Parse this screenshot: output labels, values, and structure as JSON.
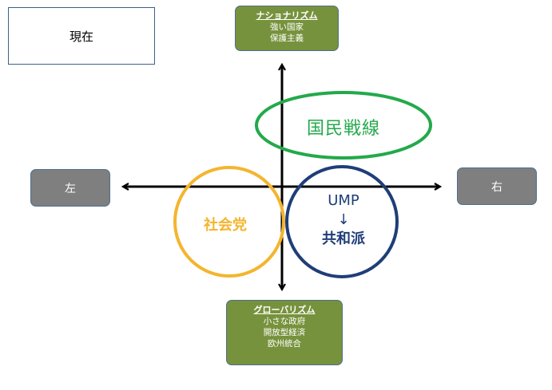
{
  "frame_label": "現在",
  "top_box": {
    "heading": "ナショナリズム",
    "lines": [
      "強い国家",
      "保護主義"
    ]
  },
  "bottom_box": {
    "heading": "グローバリズム",
    "lines": [
      "小さな政府",
      "開放型経済",
      "欧州統合"
    ]
  },
  "left_box": "左",
  "right_box": "右",
  "parties": {
    "front_national": "国民戦線",
    "socialist": "社会党",
    "ump": "UMP",
    "ump_arrow": "↓",
    "republicans": "共和派"
  },
  "colors": {
    "front_national": "#23a94b",
    "socialist": "#f4b52e",
    "ump": "#1f3e78",
    "green_box": "#77923c",
    "gray_box": "#7f7f7f"
  }
}
